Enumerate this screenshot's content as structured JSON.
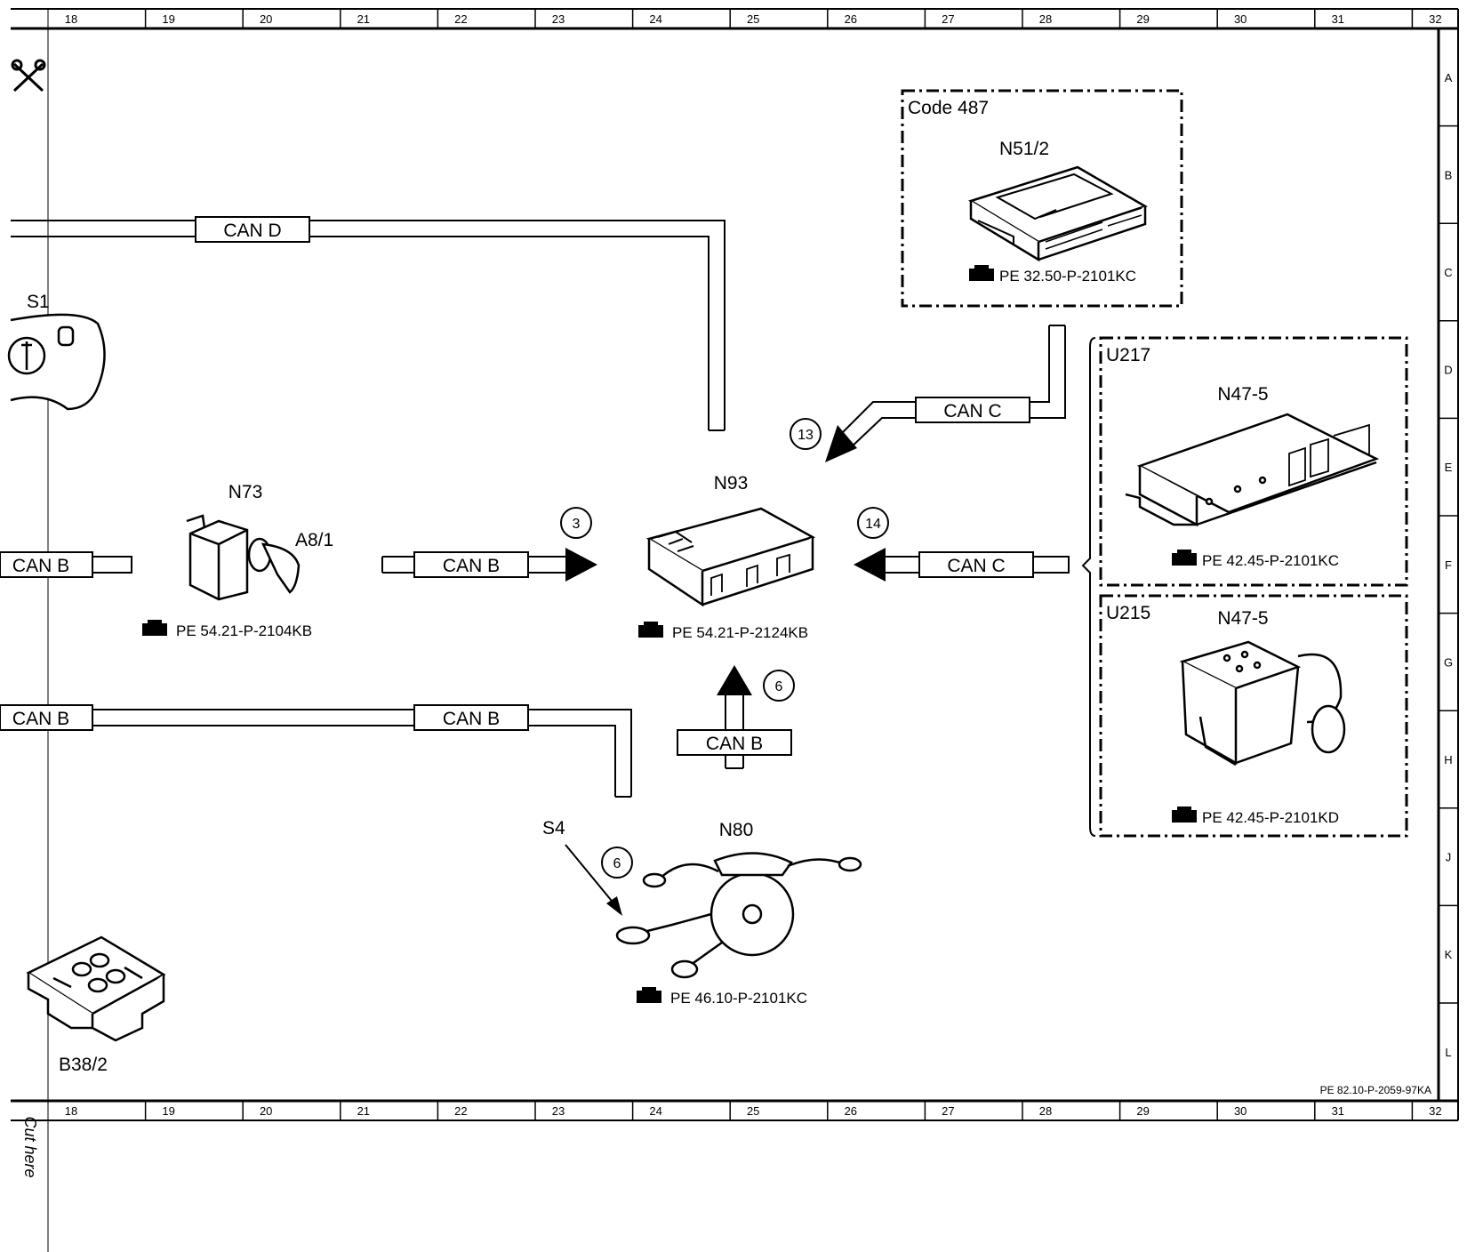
{
  "grid": {
    "columns": [
      "18",
      "19",
      "20",
      "21",
      "22",
      "23",
      "24",
      "25",
      "26",
      "27",
      "28",
      "29",
      "30",
      "31",
      "32"
    ],
    "rows": [
      "A",
      "B",
      "C",
      "D",
      "E",
      "F",
      "G",
      "H",
      "J",
      "K",
      "L"
    ]
  },
  "cut_label": "Cut here",
  "drawing_number": "PE 82.10-P-2059-97KA",
  "frames": {
    "code": "Code 487",
    "u217": "U217",
    "u215": "U215"
  },
  "components": {
    "n51": "N51/2",
    "n47a": "N47-5",
    "n47b": "N47-5",
    "n93": "N93",
    "n73": "N73",
    "a81": "A8/1",
    "s1": "S1",
    "s4": "S4",
    "n80": "N80",
    "b38": "B38/2"
  },
  "refs": {
    "n51": "PE 32.50-P-2101KC",
    "n47a": "PE 42.45-P-2101KC",
    "n47b": "PE 42.45-P-2101KD",
    "n93": "PE 54.21-P-2124KB",
    "n73": "PE 54.21-P-2104KB",
    "n80": "PE 46.10-P-2101KC"
  },
  "bus": {
    "can_d": "CAN D",
    "can_c_top": "CAN C",
    "can_c_right": "CAN C",
    "can_b_left": "CAN B",
    "can_b_mid": "CAN B",
    "can_b_lower_left": "CAN B",
    "can_b_lower_mid": "CAN B",
    "can_b_vertical": "CAN B"
  },
  "callouts": {
    "c3": "3",
    "c13": "13",
    "c14": "14",
    "c6_up": "6",
    "c6_s4": "6"
  }
}
